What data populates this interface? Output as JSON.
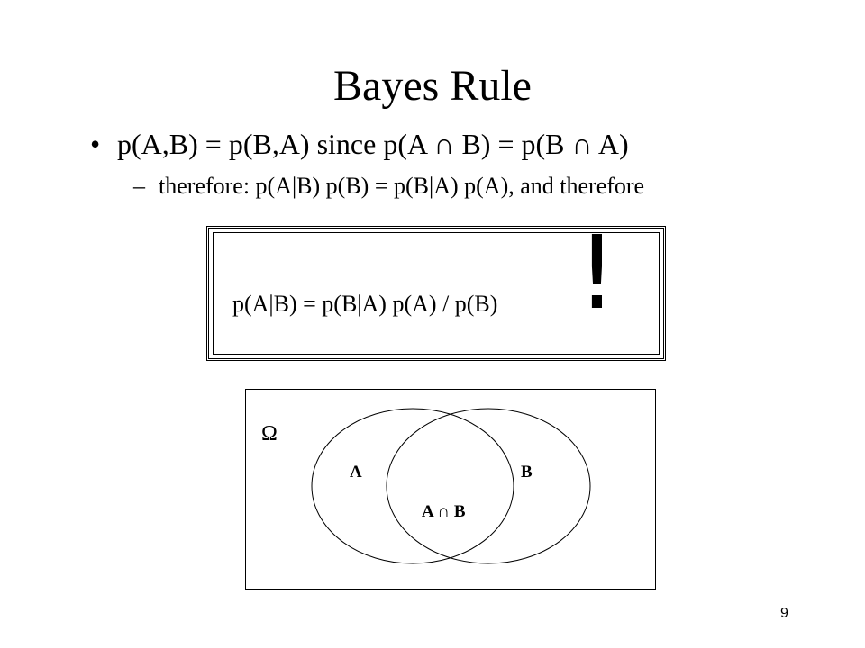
{
  "slide": {
    "title": "Bayes Rule",
    "bullet_symbol": "•",
    "bullet_text": "p(A,B) = p(B,A)  since p(A ∩ B) = p(B ∩ A)",
    "sub_symbol": "–",
    "sub_text": "therefore: p(A|B)  p(B) = p(B|A)  p(A), and therefore",
    "formula": "p(A|B) = p(B|A)  p(A) / p(B)",
    "exclamation": "!",
    "venn": {
      "omega_label": "Ω",
      "a_label": "A",
      "b_label": "B",
      "intersection_label": "A ∩ B"
    },
    "page_number": "9"
  }
}
